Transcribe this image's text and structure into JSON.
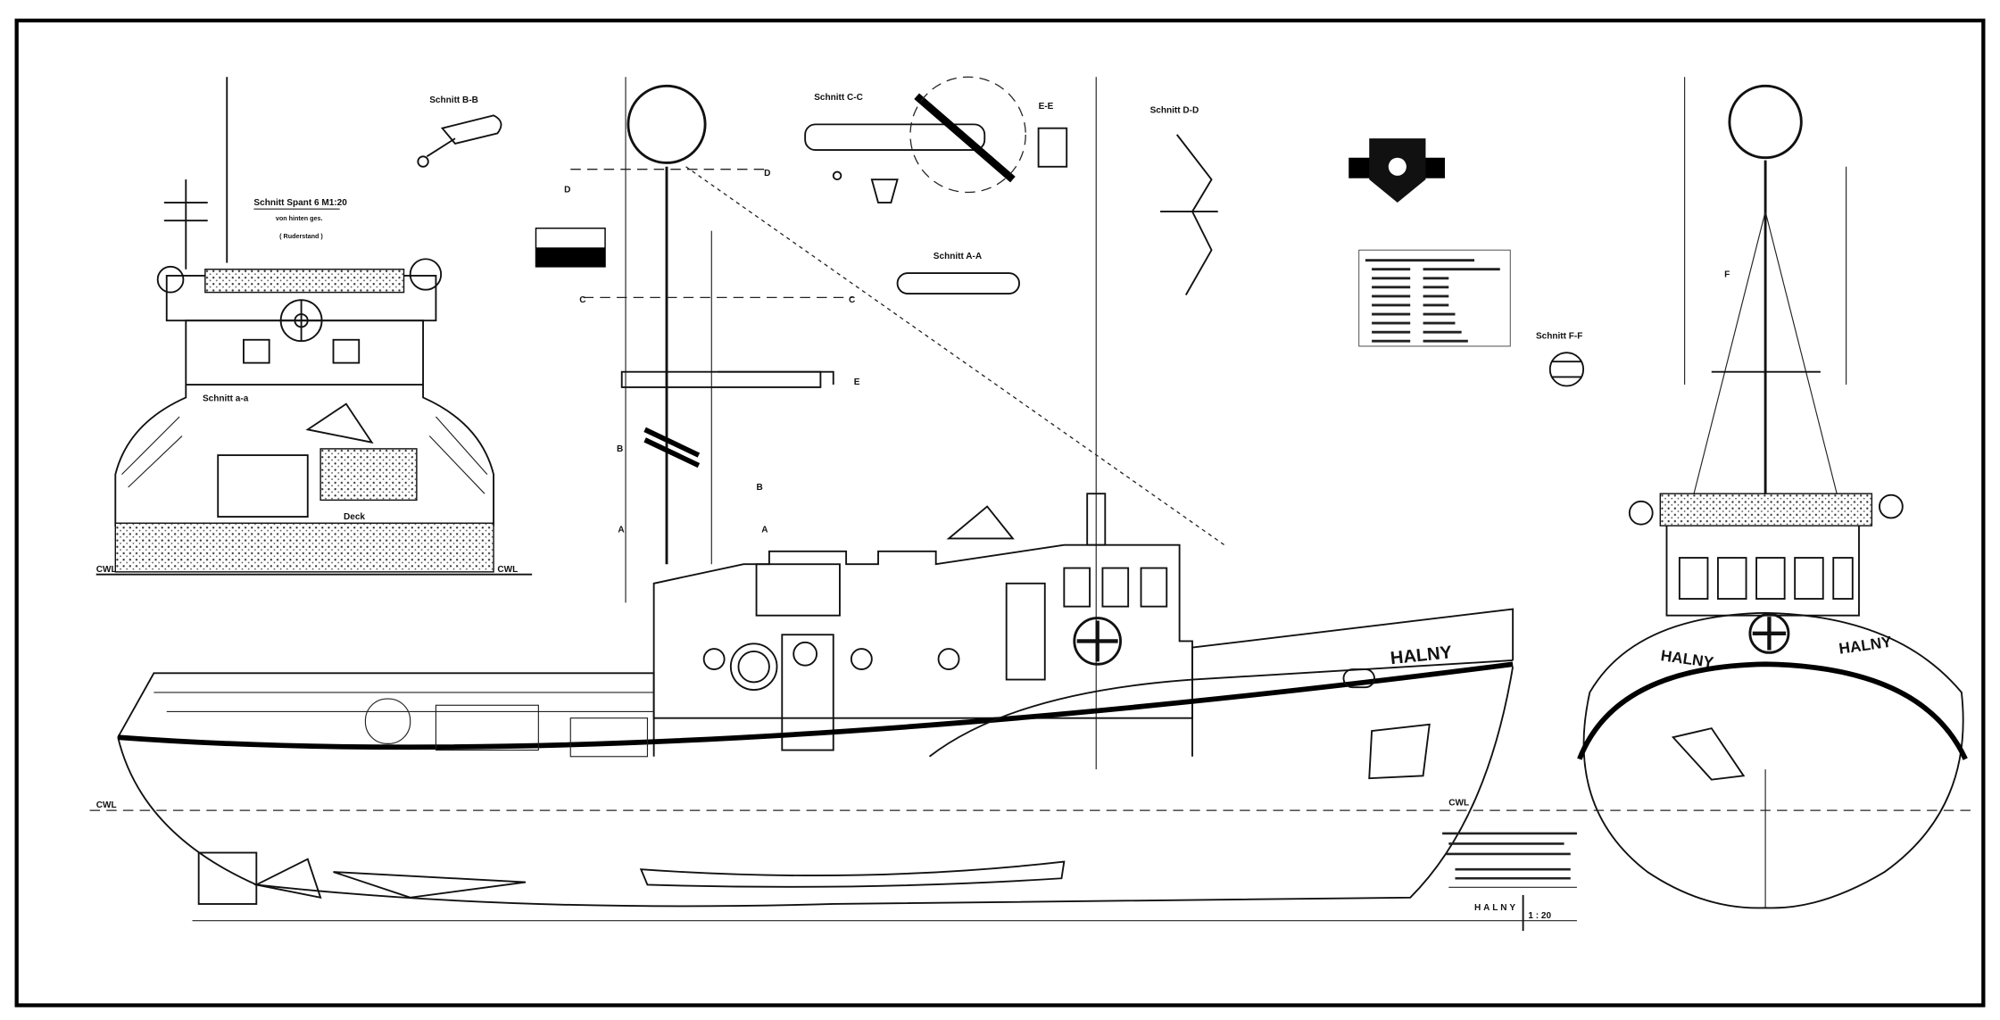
{
  "drawing": {
    "ship_name": "HALNY",
    "waterline_label": "CWL",
    "sections": {
      "stern_view_title": "Schnitt Spant 6  M1:20",
      "stern_view_subtitle": "von hinten ges.",
      "stern_view_note": "( Ruderstand )",
      "section_a_a_inner": "Schnitt a-a",
      "deck_label": "Deck",
      "b_b": "Schnitt B-B",
      "c_c": "Schnitt C-C",
      "e_e": "E-E",
      "d_d": "Schnitt D-D",
      "a_a": "Schnitt A-A",
      "f_f": "Schnitt F-F"
    },
    "cut_marks": [
      "A",
      "B",
      "C",
      "D",
      "E",
      "F"
    ],
    "title_block": {
      "name": "HALNY",
      "scale": "1 : 20"
    }
  }
}
